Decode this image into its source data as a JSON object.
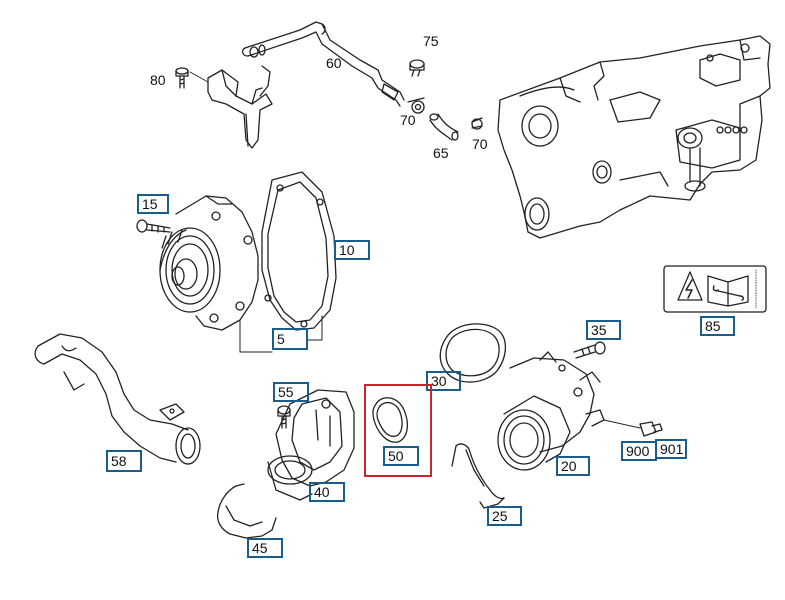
{
  "diagram": {
    "highlight_color": "#c8282c",
    "box_color": "#1b5d8a",
    "plain_labels": {
      "p80": "80",
      "p60": "60",
      "p75": "75",
      "p70a": "70",
      "p65": "65",
      "p70b": "70"
    },
    "boxed_labels": {
      "p15": "15",
      "p10": "10",
      "p5": "5",
      "p85": "85",
      "p35": "35",
      "p30": "30",
      "p58": "58",
      "p55": "55",
      "p50": "50",
      "p40": "40",
      "p20": "20",
      "p900": "900",
      "p901": "901",
      "p25": "25",
      "p45": "45"
    },
    "highlighted_part": "50",
    "icons": [
      "warning-label-icon",
      "electric-bolt-icon",
      "service-book-icon",
      "wrench-icon"
    ]
  }
}
